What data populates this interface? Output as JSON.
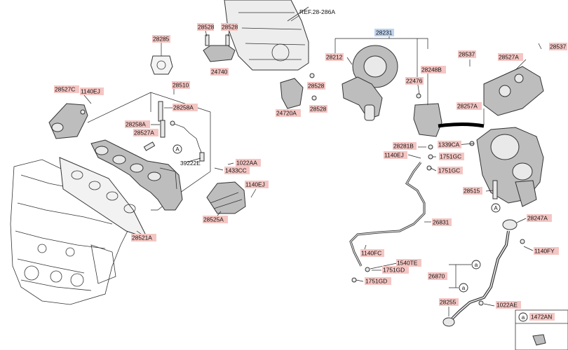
{
  "labels": {
    "ref": "REF.28-286A",
    "p28231": "28231",
    "p28528a": "28528",
    "p28528b": "28528",
    "p28528c": "28528",
    "p28528d": "28528",
    "p24740": "24740",
    "p24720A": "24720A",
    "p28285": "28285",
    "p28510": "28510",
    "p28527C": "28527C",
    "p1140EJa": "1140EJ",
    "p28258A_a": "28258A",
    "p28258A_b": "28258A",
    "p28527A_a": "28527A",
    "p39222E": "39222E",
    "p1022AA": "1022AA",
    "p1433CC": "1433CC",
    "p1140EJb": "1140EJ",
    "p28525A": "28525A",
    "p28521A": "28521A",
    "p28212": "28212",
    "p22476": "22476",
    "p28248B": "28248B",
    "p28537a": "28537",
    "p28537b": "28537",
    "p28527A_b": "28527A",
    "p28257A": "28257A",
    "p28281B": "28281B",
    "p1140EJc": "1140EJ",
    "p1339CA": "1339CA",
    "p1751GCa": "1751GC",
    "p1751GCb": "1751GC",
    "p28515": "28515",
    "p28247A": "28247A",
    "p26831": "26831",
    "p1140FC": "1140FC",
    "p1540TE": "1540TE",
    "p1751GDa": "1751GD",
    "p1751GDb": "1751GD",
    "p1140FY": "1140FY",
    "p26870": "26870",
    "p28255": "28255",
    "p1022AE": "1022AE",
    "p1472AN": "1472AN"
  },
  "callouts": {
    "a": "a",
    "A": "A"
  }
}
